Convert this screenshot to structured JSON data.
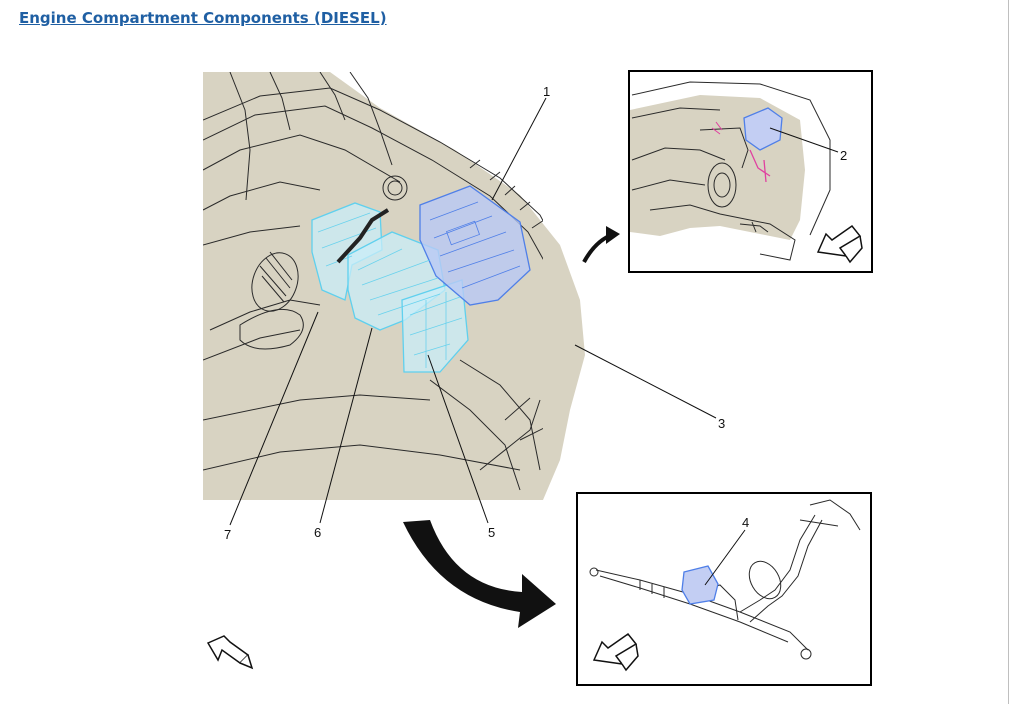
{
  "page": {
    "title": "Engine Compartment Components (DIESEL)",
    "link_color": "#1f5fa3"
  },
  "figure": {
    "highlight_color": "#5fd0ee",
    "highlight_alt_color": "#4f7fe8",
    "accent_color": "#e040a0",
    "background_color": "#d8d3c2",
    "callouts": [
      "1",
      "2",
      "3",
      "4",
      "5",
      "6",
      "7"
    ],
    "icons": {
      "direction_arrow": "forward-direction-arrow-icon",
      "view_arrow": "view-transfer-arrow-icon"
    }
  }
}
